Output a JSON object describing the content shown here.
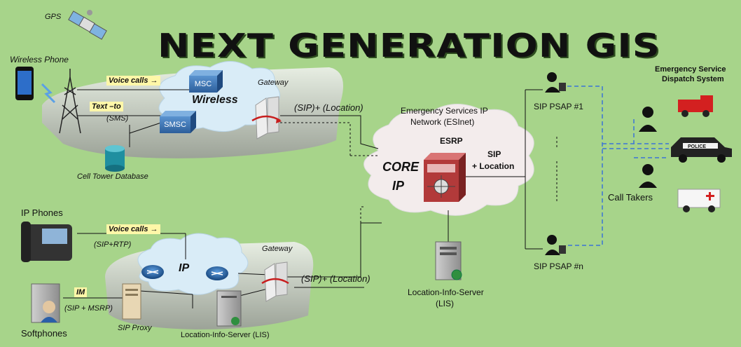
{
  "title": "NEXT GENERATION GIS",
  "labels": {
    "gps": "GPS",
    "wireless_phone": "Wireless Phone",
    "voice_calls_top": "Voice calls →",
    "text_to": "Text –to",
    "sms": "(SMS)",
    "msc": "MSC",
    "smsc": "SMSC",
    "wireless": "Wireless",
    "gateway_top": "Gateway",
    "sip_location_top": "(SIP)+ (Location)",
    "cell_tower_db": "Cell Tower Database",
    "esinet_line1": "Emergency Services IP",
    "esinet_line2": "Network (ESInet)",
    "esrp": "ESRP",
    "core": "CORE",
    "ip_core": "IP",
    "sip": "SIP",
    "plus_location": "+ Location",
    "lis_center_line1": "Location-Info-Server",
    "lis_center_line2": "(LIS)",
    "sip_psap_1": "SIP PSAP #1",
    "sip_psap_n": "SIP PSAP #n",
    "call_takers": "Call Takers",
    "dispatch_line1": "Emergency Service",
    "dispatch_line2": "Dispatch System",
    "ip_phones": "IP Phones",
    "voice_calls_bottom": "Voice calls →",
    "sip_rtp": "(SIP+RTP)",
    "ip_cloud": "IP",
    "gateway_bottom": "Gateway",
    "sip_location_bottom": "(SIP)+ (Location)",
    "im": "IM",
    "sip_msrp": "(SIP + MSRP)",
    "softphones": "Softphones",
    "sip_proxy": "SIP Proxy",
    "lis_bottom": "Location-Info-Server (LIS)",
    "police": "POLICE"
  },
  "colors": {
    "background": "#a7d48a",
    "box_blue": "#3f78b8",
    "cloud": "#d9ecf7",
    "esinet_cloud": "#f3ecec",
    "router": "#1f5fa8",
    "esrp": "#b23a3a",
    "dashed_blue": "#3b74d6"
  }
}
